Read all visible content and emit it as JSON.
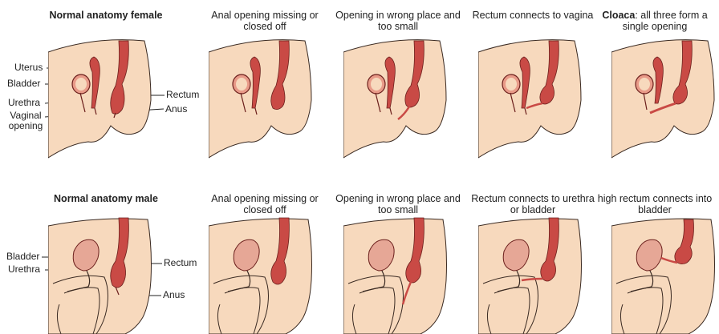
{
  "colors": {
    "skin": "#f7d9bd",
    "skin_outline": "#3a2a22",
    "organ": "#c94a45",
    "organ_light": "#e89a88",
    "bladder": "#e6a796",
    "leader": "#222222"
  },
  "top_row": {
    "captions": [
      "Normal anatomy female",
      "Anal opening missing or closed off",
      "Opening in wrong place and too small",
      "Rectum connects to vagina",
      "all three form a single opening"
    ],
    "cloaca_term": "Cloaca",
    "cloaca_sep": ":",
    "labels": {
      "uterus": "Uterus",
      "bladder": "Bladder",
      "urethra": "Urethra",
      "vaginal_opening": "Vaginal opening",
      "rectum": "Rectum",
      "anus": "Anus"
    }
  },
  "bottom_row": {
    "captions": [
      "Normal anatomy male",
      "Anal opening missing or closed off",
      "Opening in wrong place and too small",
      "Rectum connects to urethra or bladder",
      "high rectum connects into bladder"
    ],
    "labels": {
      "bladder": "Bladder",
      "urethra": "Urethra",
      "rectum": "Rectum",
      "anus": "Anus"
    }
  }
}
